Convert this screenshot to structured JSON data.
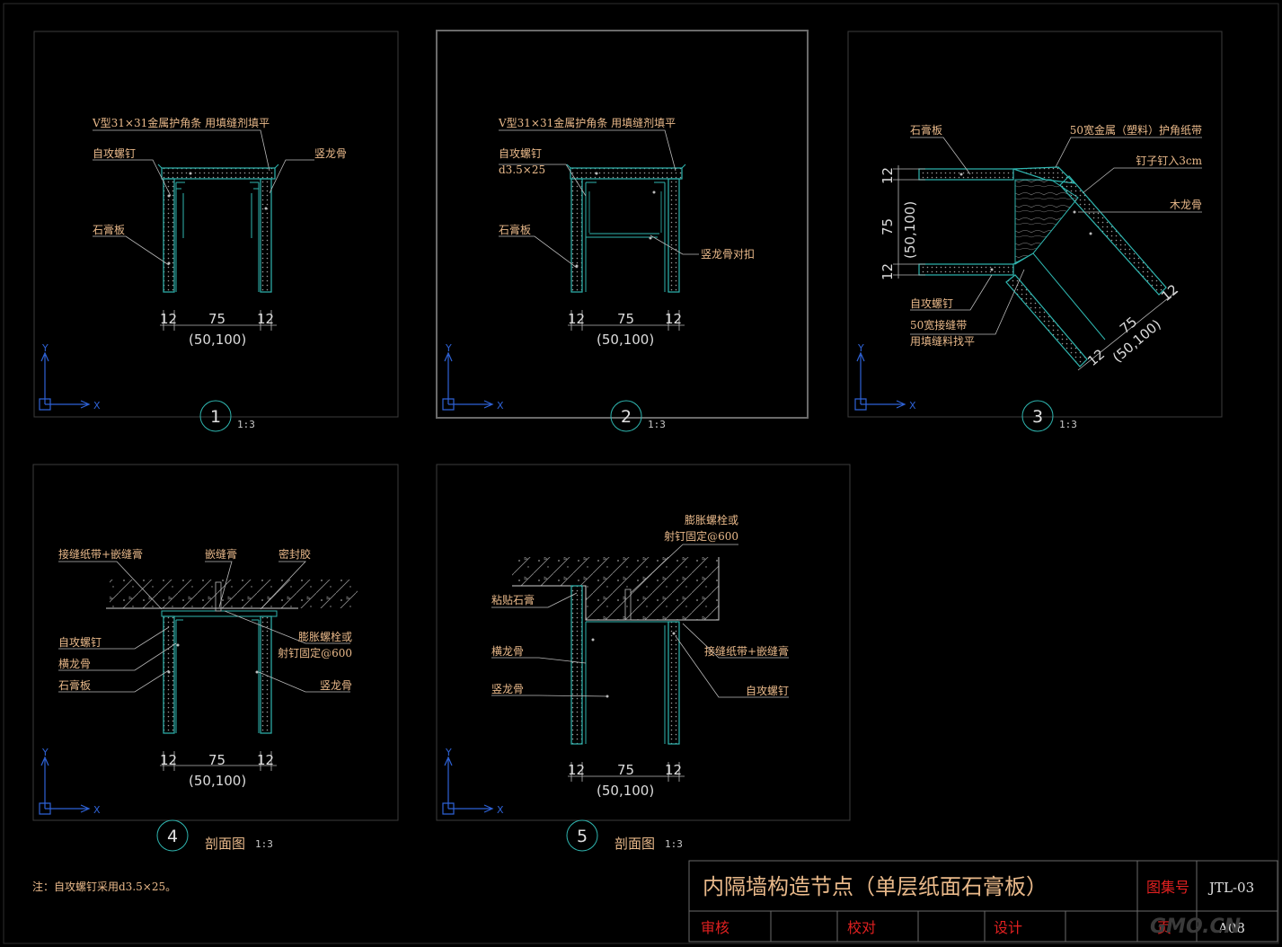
{
  "colors": {
    "frame": "#3c3c3c",
    "board": "#2fb6b0",
    "label": "#e9b98a",
    "leader": "#b9b9b9",
    "axis": "#2e62d6",
    "titlebar_red": "#e02020"
  },
  "axis": {
    "x": "X",
    "y": "Y"
  },
  "panels": [
    {
      "id": "1",
      "number": "1",
      "scale": "1:3",
      "caption": "",
      "labels": [
        "V型31×31金属护角条 用填缝剂填平",
        "自攻螺钉",
        "竖龙骨",
        "石膏板"
      ],
      "dims": [
        "12",
        "75",
        "12"
      ],
      "dim_note": "(50,100)"
    },
    {
      "id": "2",
      "number": "2",
      "scale": "1:3",
      "caption": "",
      "labels": [
        "V型31×31金属护角条 用填缝剂填平",
        "自攻螺钉",
        "d3.5×25",
        "石膏板",
        "竖龙骨对扣"
      ],
      "dims": [
        "12",
        "75",
        "12"
      ],
      "dim_note": "(50,100)"
    },
    {
      "id": "3",
      "number": "3",
      "scale": "1:3",
      "caption": "",
      "labels": [
        "石膏板",
        "50宽金属（塑料）护角纸带",
        "钉子钉入3cm",
        "木龙骨",
        "自攻螺钉",
        "50宽接缝带",
        "用填缝料找平"
      ],
      "dims": [
        "12",
        "75",
        "12"
      ],
      "dim_note": "(50,100)"
    },
    {
      "id": "4",
      "number": "4",
      "scale": "1:3",
      "caption": "剖面图",
      "labels": [
        "接缝纸带+嵌缝膏",
        "嵌缝膏",
        "密封胶",
        "自攻螺钉",
        "横龙骨",
        "石膏板",
        "膨胀螺栓或",
        "射钉固定@600",
        "竖龙骨"
      ],
      "dims": [
        "12",
        "75",
        "12"
      ],
      "dim_note": "(50,100)"
    },
    {
      "id": "5",
      "number": "5",
      "scale": "1:3",
      "caption": "剖面图",
      "labels": [
        "膨胀螺栓或",
        "射钉固定@600",
        "粘贴石膏",
        "横龙骨",
        "竖龙骨",
        "接缝纸带+嵌缝膏",
        "自攻螺钉"
      ],
      "dims": [
        "12",
        "75",
        "12"
      ],
      "dim_note": "(50,100)"
    }
  ],
  "note": "注：自攻螺钉采用d3.5×25。",
  "title_block": {
    "title": "内隔墙构造节点（单层纸面石膏板）",
    "atlas_label": "图集号",
    "atlas_code": "JTL-03",
    "review": "审核",
    "check": "校对",
    "design": "设计",
    "page_label": "页",
    "page_code": "A08"
  },
  "watermark": "GMO.CN"
}
